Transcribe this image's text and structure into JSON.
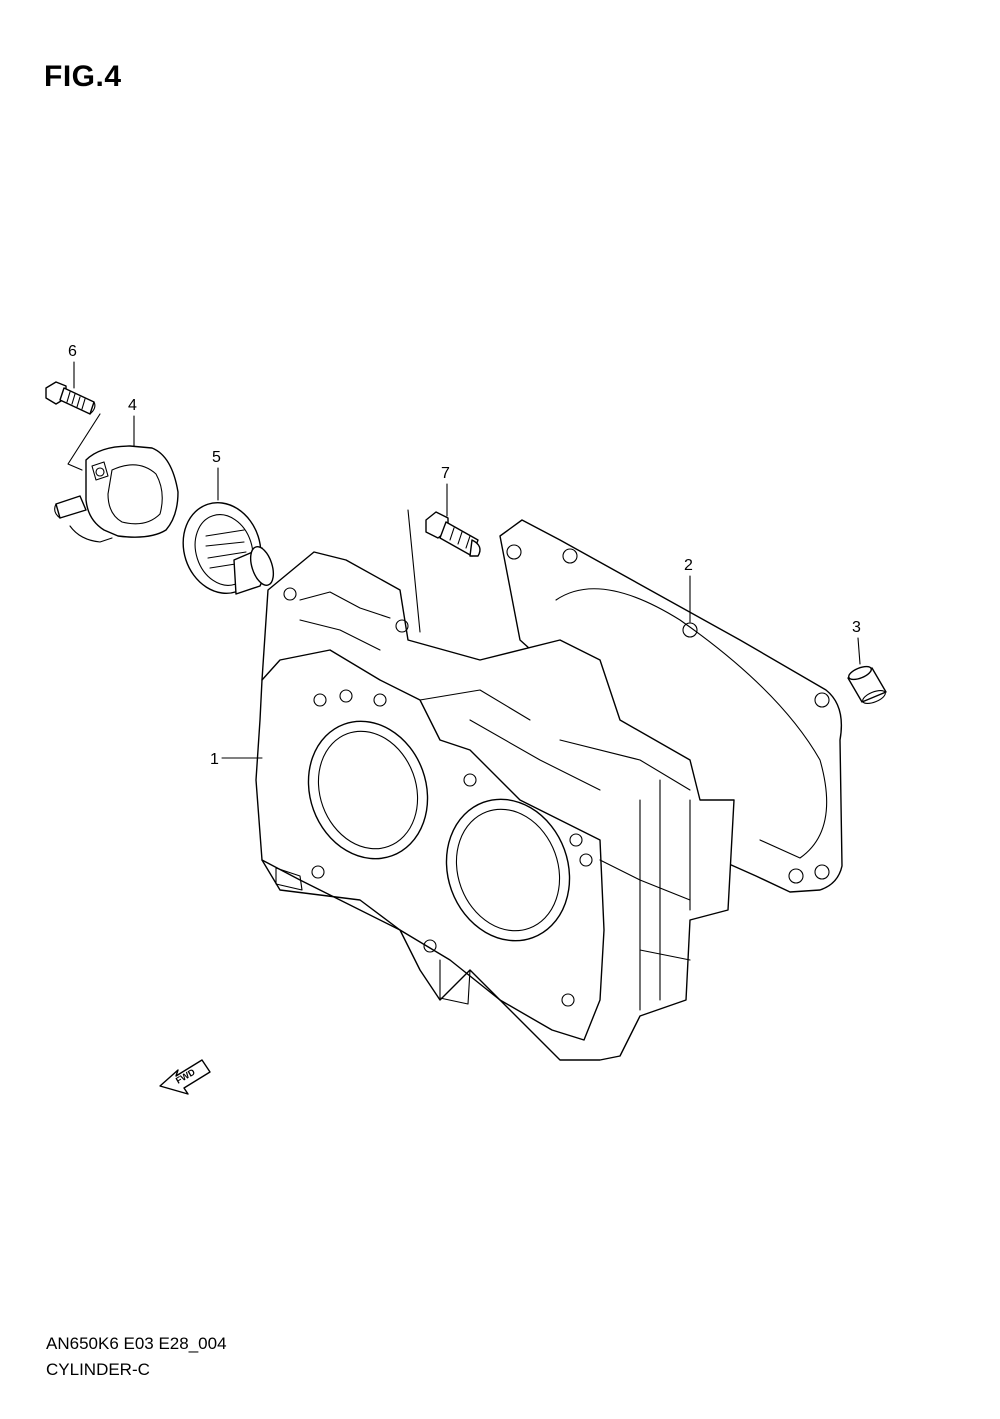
{
  "figure": {
    "title": "FIG.4"
  },
  "footer": {
    "code": "AN650K6 E03 E28_004",
    "name": "CYLINDER-C"
  },
  "callouts": [
    "1",
    "2",
    "3",
    "4",
    "5",
    "6",
    "7"
  ],
  "direction_arrow": {
    "label": "FWD",
    "icon": "fwd-arrow-icon"
  }
}
